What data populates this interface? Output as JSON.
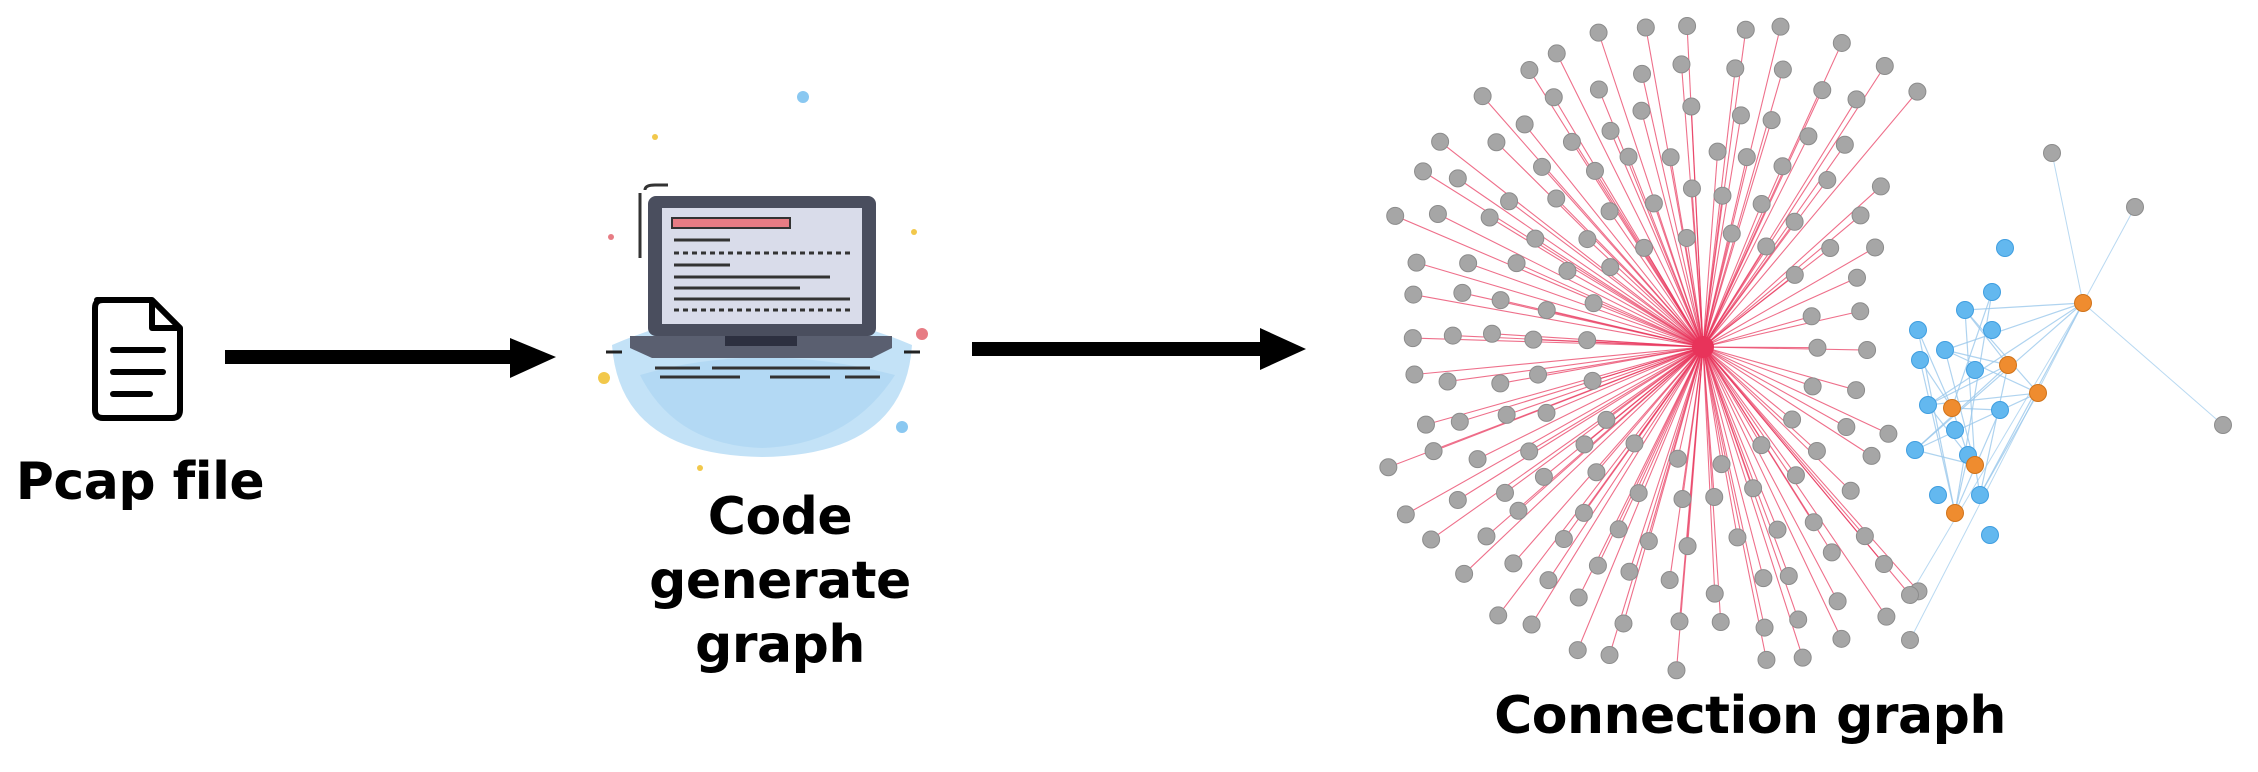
{
  "steps": [
    {
      "label": "Pcap file",
      "icon": "document-icon"
    },
    {
      "label_line1": "Code",
      "label_line2": "generate graph",
      "icon": "laptop-code-icon"
    },
    {
      "label": "Connection graph",
      "icon": "network-graph-icon"
    }
  ],
  "colors": {
    "arrow": "#000000",
    "edge_main": "#e8335a",
    "edge_secondary": "#9cc9ec",
    "node_gray": "#a6a6a6",
    "node_blue": "#63b8ef",
    "node_orange": "#ef8c2f",
    "hub": "#e8335a"
  }
}
